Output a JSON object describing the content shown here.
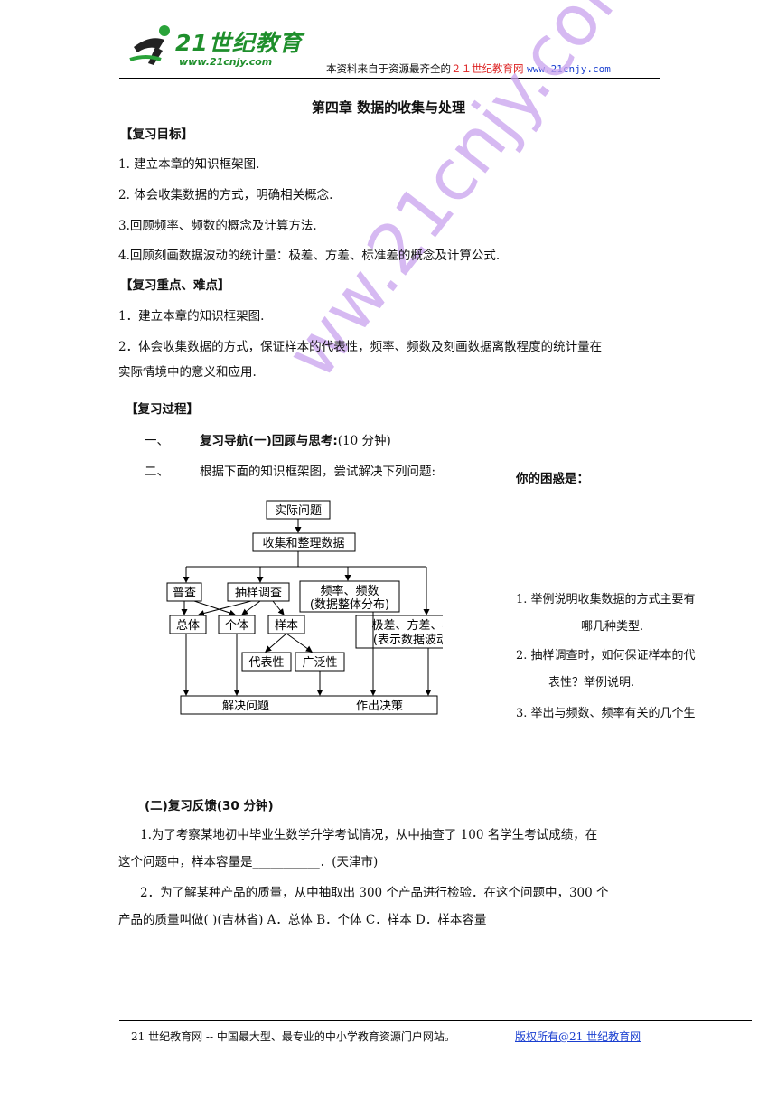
{
  "header": {
    "logo_text": "21世纪教育",
    "logo_url": "www.21cnjy.com",
    "note_prefix": "本资料来自于资源最齐全的",
    "note_site": "２１世纪教育网",
    "note_url": "www.21cnjy.com"
  },
  "watermark": "ww.21cnjy.com",
  "title": "第四章  数据的收集与处理",
  "goals": {
    "heading": "【复习目标】",
    "items": [
      "1.  建立本章的知识框架图.",
      "2.  体会收集数据的方式，明确相关概念.",
      "3.回顾频率、频数的概念及计算方法.",
      "4.回顾刻画数据波动的统计量：极差、方差、标准差的概念及计算公式."
    ]
  },
  "keypoints": {
    "heading": "【复习重点、难点】",
    "item1": "1．建立本章的知识框架图.",
    "item2_line1": "2．体会收集数据的方式，保证样本的代表性，频率、频数及刻画数据离散程度的统计量在",
    "item2_line2": "实际情境中的意义和应用."
  },
  "process": {
    "heading": "【复习过程】",
    "step1_num": "一、",
    "step1_bold": "复习导航(一)回顾与思考:",
    "step1_time": "(10 分钟)",
    "step2_num": "二、",
    "step2_text": "根据下面的知识框架图，尝试解决下列问题:",
    "confusion_label": "你的困惑是："
  },
  "diagram": {
    "actual_problem": "实际问题",
    "collect": "收集和整理数据",
    "census": "普查",
    "sampling": "抽样调查",
    "freq_line1": "频率、频数",
    "freq_line2": "(数据整体分布)",
    "population": "总体",
    "individual": "个体",
    "sample": "样本",
    "range_line1": "极差、方差、标准差",
    "range_line2": "(表示数据波动大小)",
    "representative": "代表性",
    "broad": "广泛性",
    "solve": "解决问题",
    "decide": "作出决策"
  },
  "questions": {
    "q1_line1": "1.  举例说明收集数据的方式主要有",
    "q1_line2": "哪几种类型.",
    "q2_line1": "2.  抽样调查时，如何保证样本的代",
    "q2_line2": "表性？举例说明.",
    "q3_line1": "3.  举出与频数、频率有关的几个生"
  },
  "feedback": {
    "heading": "(二)复习反馈(30 分钟)",
    "p1_line1": "1.为了考察某地初中毕业生数学升学考试情况，从中抽查了 100 名学生考试成绩，在",
    "p1_line2": "这个问题中，样本容量是___________．(天津市)",
    "p2_line1": "2．为了解某种产品的质量，从中抽取出 300 个产品进行检验．在这个问题中，300 个",
    "p2_line2": "产品的质量叫做(    )(吉林省)  A．总体   B．个体  C．样本   D．样本容量"
  },
  "footer": {
    "left": "21 世纪教育网 -- 中国最大型、最专业的中小学教育资源门户网站。",
    "right": "版权所有@21 世纪教育网"
  }
}
